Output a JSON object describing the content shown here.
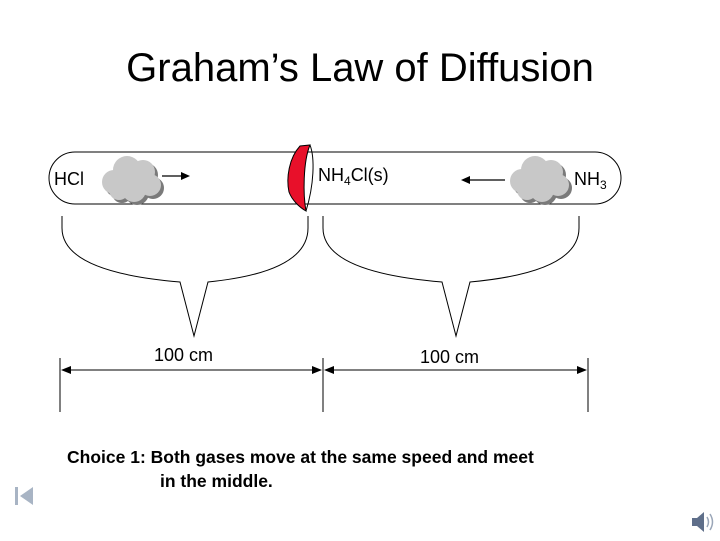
{
  "slide": {
    "title": "Graham’s Law of Diffusion",
    "labels": {
      "left_gas": "HCl",
      "product_main": "NH",
      "product_sub": "4",
      "product_rest": "Cl(s)",
      "right_gas_main": "NH",
      "right_gas_sub": "3"
    },
    "distances": [
      "100 cm",
      "100 cm"
    ],
    "choice": {
      "line1": "Choice 1:  Both gases move at the same speed and meet",
      "line2": "in the middle."
    }
  },
  "colors": {
    "cloud": "#c8c8c8",
    "cloud_shadow": "#7a7a7a",
    "product": "#e8102a"
  },
  "icons": {
    "nav": "go-to-first-slide-icon",
    "sound": "speaker-icon"
  }
}
